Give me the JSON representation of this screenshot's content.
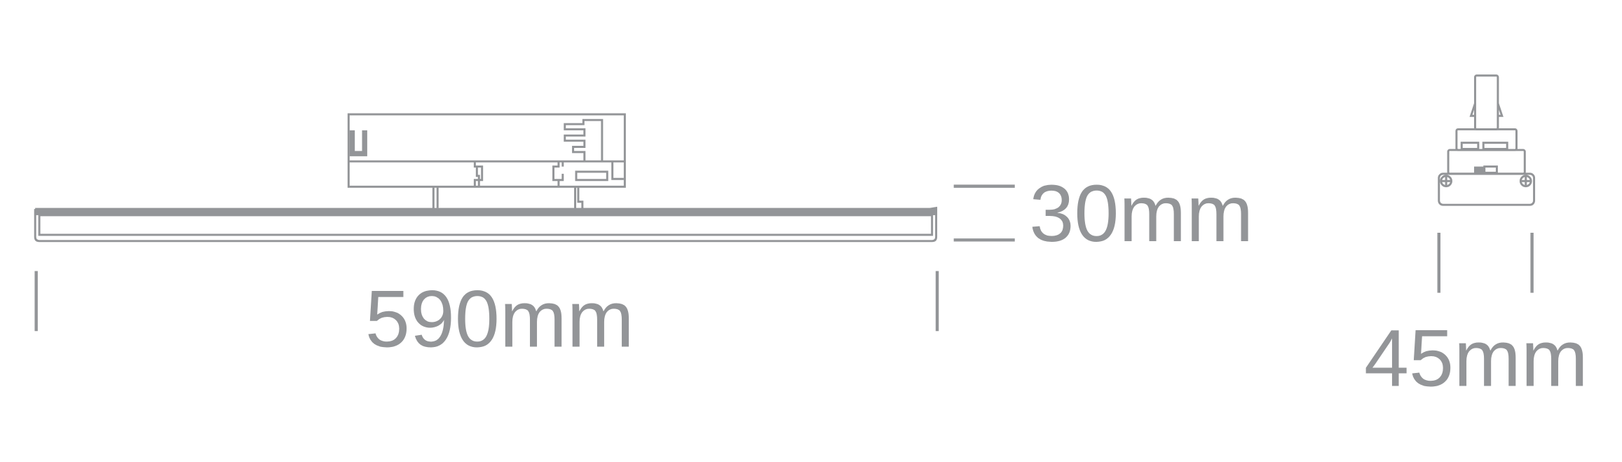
{
  "diagram": {
    "line_color": "#939598",
    "dimensions": {
      "length": "590mm",
      "height": "30mm",
      "width": "45mm"
    }
  }
}
